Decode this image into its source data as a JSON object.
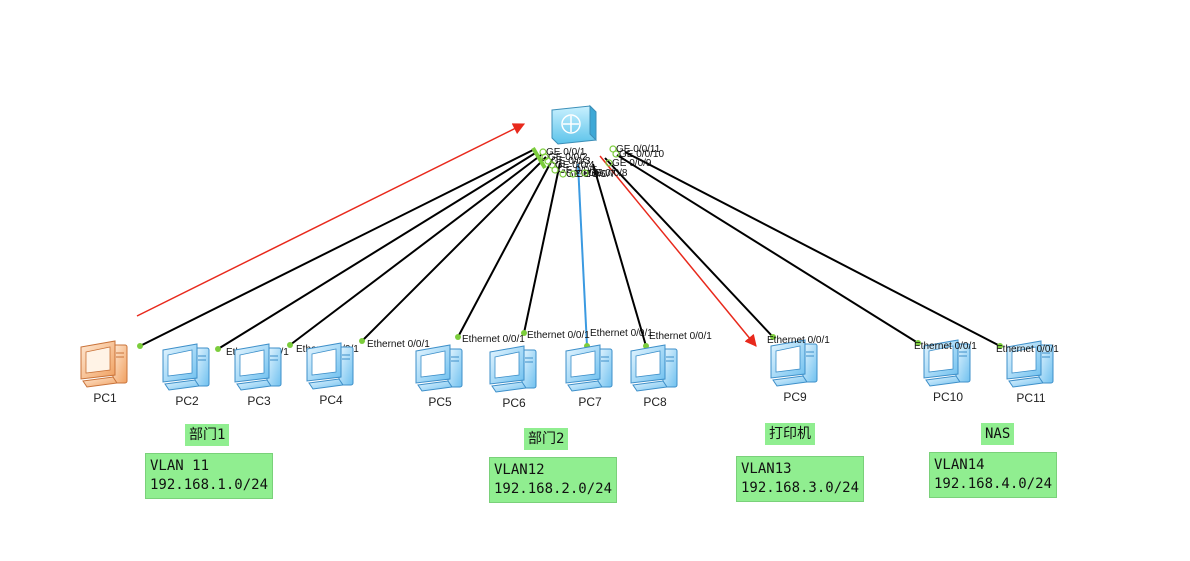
{
  "switch": {
    "ports": [
      "GE 0/0/1",
      "GE 0/0/2",
      "GE 0/0/3",
      "GE 0/0/4",
      "GE 0/0/5",
      "GE 0/0/6",
      "GE 0/0/7",
      "GE 0/0/8",
      "GE 0/0/9",
      "GE 0/0/10",
      "GE 0/0/11"
    ]
  },
  "devices": [
    {
      "name": "PC1",
      "port": "",
      "type": "pc-orange"
    },
    {
      "name": "PC2",
      "port": "Ethernet 0/0/1",
      "type": "pc"
    },
    {
      "name": "PC3",
      "port": "Ethernet 0/0/1",
      "type": "pc"
    },
    {
      "name": "PC4",
      "port": "Ethernet 0/0/1",
      "type": "pc"
    },
    {
      "name": "PC5",
      "port": "Ethernet 0/0/1",
      "type": "pc"
    },
    {
      "name": "PC6",
      "port": "Ethernet 0/0/1",
      "type": "pc"
    },
    {
      "name": "PC7",
      "port": "Ethernet 0/0/1",
      "type": "pc"
    },
    {
      "name": "PC8",
      "port": "Ethernet 0/0/1",
      "type": "pc"
    },
    {
      "name": "PC9",
      "port": "Ethernet 0/0/1",
      "type": "pc"
    },
    {
      "name": "PC10",
      "port": "Ethernet 0/0/1",
      "type": "pc"
    },
    {
      "name": "PC11",
      "port": "Ethernet 0/0/1",
      "type": "pc"
    }
  ],
  "groups": [
    {
      "title": "部门1",
      "vlan": "VLAN 11",
      "subnet": "192.168.1.0/24"
    },
    {
      "title": "部门2",
      "vlan": "VLAN12",
      "subnet": "192.168.2.0/24"
    },
    {
      "title": "打印机",
      "vlan": "VLAN13",
      "subnet": "192.168.3.0/24"
    },
    {
      "title": "NAS",
      "vlan": "VLAN14",
      "subnet": "192.168.4.0/24"
    }
  ],
  "colors": {
    "link": "#000000",
    "highlight_link": "#3b9ae1",
    "arrow": "#e8291c",
    "port_dot": "#7ccd3c",
    "label_bg": "#90ee90"
  }
}
